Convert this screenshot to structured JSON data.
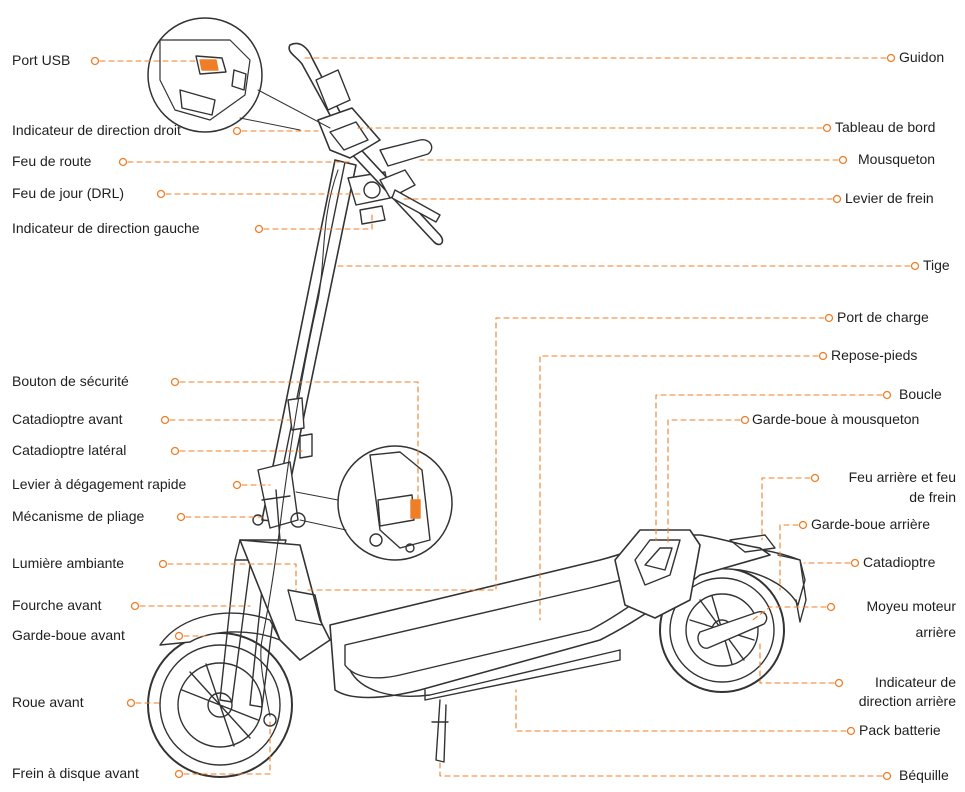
{
  "colors": {
    "leader": "#F07E28",
    "outline": "#333333",
    "text": "#1f1f1f",
    "background": "#ffffff",
    "highlight": "#F07E28"
  },
  "labels": {
    "port_usb": "Port USB",
    "indicateur_direction_droit": "Indicateur de direction droit",
    "feu_de_route": "Feu de route",
    "feu_de_jour": "Feu de jour (DRL)",
    "indicateur_direction_gauche": "Indicateur de direction gauche",
    "bouton_securite": "Bouton de sécurité",
    "catadioptre_avant": "Catadioptre avant",
    "catadioptre_lateral": "Catadioptre latéral",
    "levier_degagement": "Levier à dégagement rapide",
    "mecanisme_pliage": "Mécanisme de pliage",
    "lumiere_ambiante": "Lumière ambiante",
    "fourche_avant": "Fourche avant",
    "garde_boue_avant": "Garde-boue avant",
    "roue_avant": "Roue avant",
    "frein_disque_avant": "Frein à disque avant",
    "guidon": "Guidon",
    "tableau_de_bord": "Tableau de bord",
    "mousqueton": "Mousqueton",
    "levier_frein": "Levier de frein",
    "tige": "Tige",
    "port_charge": "Port de charge",
    "repose_pieds": "Repose-pieds",
    "boucle": "Boucle",
    "garde_boue_mousqueton": "Garde-boue à mousqueton",
    "feu_arriere_l1": "Feu arrière et feu",
    "feu_arriere_l2": "de frein",
    "garde_boue_arriere": "Garde-boue arrière",
    "catadioptre": "Catadioptre",
    "moyeu_l1": "Moyeu moteur",
    "moyeu_l2": "arrière",
    "indicateur_arriere_l1": "Indicateur de",
    "indicateur_arriere_l2": "direction arrière",
    "pack_batterie": "Pack batterie",
    "bequille": "Béquille"
  }
}
